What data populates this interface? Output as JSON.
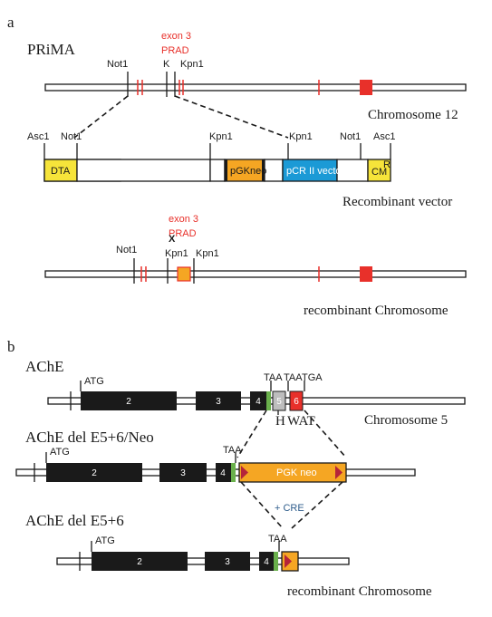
{
  "colors": {
    "red": "#e8302a",
    "yellow": "#f6e43a",
    "orange": "#f5a623",
    "blue": "#1b9ad6",
    "black": "#1a1a1a",
    "green": "#6ab04c",
    "gray": "#bdbdbd"
  },
  "panel_a": {
    "letter": "a",
    "gene": "PRiMA",
    "exon_label_line1": "exon 3",
    "exon_label_line2": "PRAD",
    "chr_sites": {
      "not1": "Not1",
      "k": "K",
      "kpn1": "Kpn1"
    },
    "chr_label": "Chromosome 12",
    "vector_sites": {
      "asc1_left": "Asc1",
      "not1_left": "Not1",
      "kpn1_a": "Kpn1",
      "kpn1_b": "Kpn1",
      "not1_right": "Not1",
      "asc1_right": "Asc1"
    },
    "vector_boxes": {
      "dta": "DTA",
      "pgkneo": "pGKneo",
      "pcr": "pCR II vector",
      "cm": "CM",
      "cm_sup": "R"
    },
    "vector_label": "Recombinant vector",
    "deleted_exon_line1": "exon 3",
    "deleted_exon_line2": "PRAD",
    "deleted_mark": "X",
    "rec_sites": {
      "not1": "Not1",
      "kpn1_a": "Kpn1",
      "kpn1_b": "Kpn1"
    },
    "rec_label": "recombinant Chromosome"
  },
  "panel_b": {
    "letter": "b",
    "ache": {
      "name": "AChE",
      "atg": "ATG",
      "exons": {
        "e2": "2",
        "e3": "3",
        "e4": "4",
        "e5": "5",
        "e6": "6"
      },
      "stops": {
        "taa1": "TAA",
        "taa2": "TAA",
        "tga": "TGA"
      },
      "under_labels": {
        "h": "H",
        "wat": "WAT"
      },
      "chr_label": "Chromosome 5"
    },
    "del_neo": {
      "name": "AChE del E5+6/Neo",
      "atg": "ATG",
      "exons": {
        "e2": "2",
        "e3": "3",
        "e4": "4"
      },
      "stop": "TAA",
      "cassette": "PGK neo"
    },
    "cre": "+ CRE",
    "del": {
      "name": "AChE del E5+6",
      "atg": "ATG",
      "exons": {
        "e2": "2",
        "e3": "3",
        "e4": "4"
      },
      "stop": "TAA",
      "rec_label": "recombinant Chromosome"
    }
  }
}
